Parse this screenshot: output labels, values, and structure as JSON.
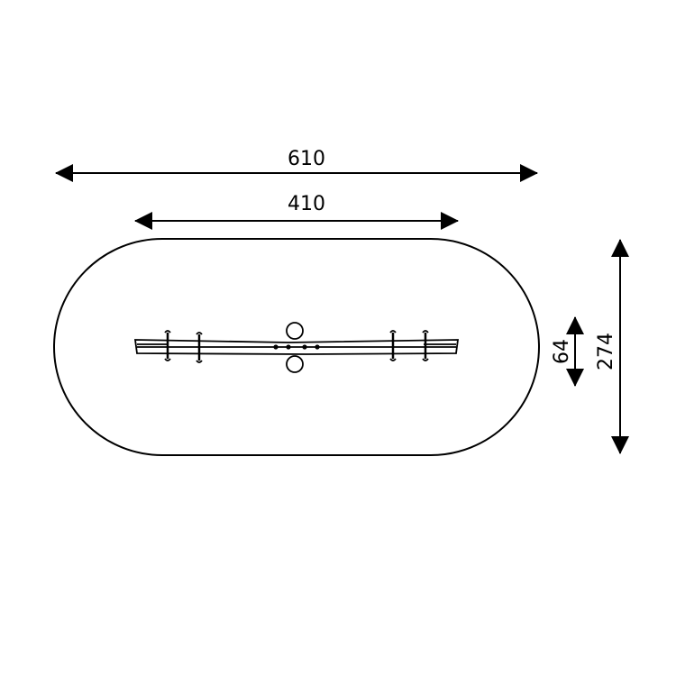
{
  "dimensions": {
    "overall_length": "610",
    "inner_length": "410",
    "item_width": "64",
    "overall_width": "274"
  },
  "colors": {
    "stroke": "#000000",
    "background": "#ffffff"
  }
}
